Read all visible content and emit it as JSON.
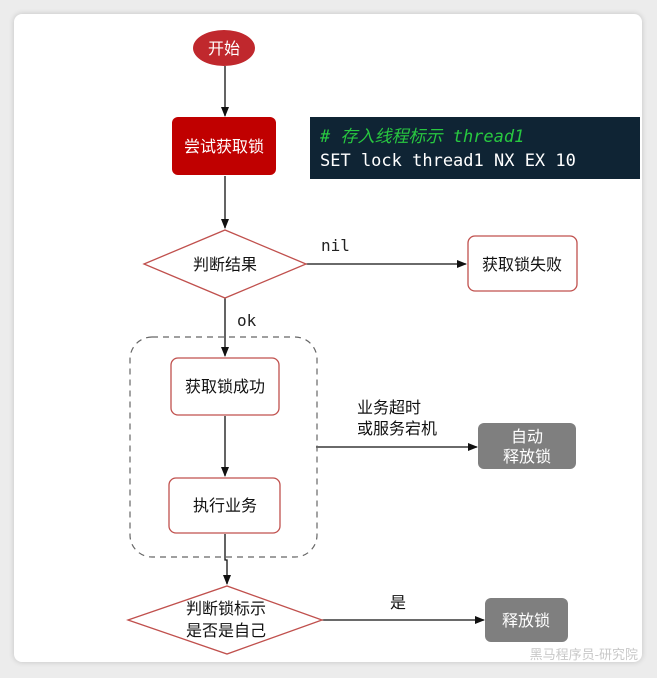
{
  "nodes": {
    "start": "开始",
    "try_lock": "尝试获取锁",
    "check_result": "判断结果",
    "lock_fail": "获取锁失败",
    "lock_success": "获取锁成功",
    "execute": "执行业务",
    "auto_release_line1": "自动",
    "auto_release_line2": "释放锁",
    "check_owner_line1": "判断锁标示",
    "check_owner_line2": "是否是自己",
    "release": "释放锁"
  },
  "code": {
    "comment": "#  存入线程标示 thread1",
    "command": "SET lock thread1 NX EX 10"
  },
  "labels": {
    "nil": "nil",
    "ok": "ok",
    "timeout_line1": "业务超时",
    "timeout_line2": "或服务宕机",
    "yes": "是"
  },
  "watermark": "黑马程序员-研究院",
  "colors": {
    "start_fill": "#c0282d",
    "process_fill": "#c00000",
    "outline": "#c0504d",
    "gray_fill": "#7f7f7f",
    "code_bg": "#0f2434",
    "code_comment": "#28c840"
  }
}
